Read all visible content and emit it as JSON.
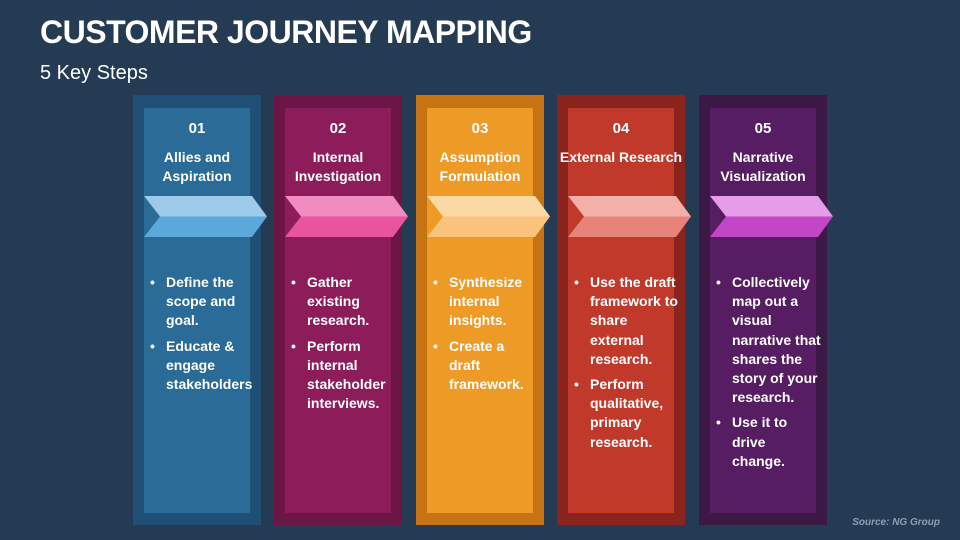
{
  "header": {
    "title": "CUSTOMER JOURNEY MAPPING",
    "subtitle": "5 Key Steps"
  },
  "steps": [
    {
      "number": "01",
      "title": "Allies and Aspiration",
      "bullets": [
        "Define the scope and goal.",
        "Educate & engage stakeholders"
      ],
      "colors": {
        "outer": "#1f4f74",
        "inner": "#2a6b98",
        "arrow_top": "#9ecae9",
        "arrow_bottom": "#5ba8da"
      }
    },
    {
      "number": "02",
      "title": "Internal Investigation",
      "bullets": [
        "Gather existing research.",
        "Perform internal stakeholder interviews."
      ],
      "colors": {
        "outer": "#6c1645",
        "inner": "#8d1c5a",
        "arrow_top": "#f18cc0",
        "arrow_bottom": "#e8559e"
      }
    },
    {
      "number": "03",
      "title": "Assumption Formulation",
      "bullets": [
        "Synthesize internal insights.",
        "Create a draft framework."
      ],
      "colors": {
        "outer": "#c67314",
        "inner": "#ee9a27",
        "arrow_top": "#fcd8a5",
        "arrow_bottom": "#fac27a"
      }
    },
    {
      "number": "04",
      "title": "External Research",
      "bullets": [
        "Use the draft framework to share external research.",
        "Perform qualitative, primary research."
      ],
      "colors": {
        "outer": "#8a231c",
        "inner": "#c0392b",
        "arrow_top": "#f2b0a8",
        "arrow_bottom": "#e88379"
      }
    },
    {
      "number": "05",
      "title": "Narrative Visualization",
      "bullets": [
        "Collectively map out a visual narrative that shares the story of your research.",
        "Use it to drive change."
      ],
      "colors": {
        "outer": "#3c1845",
        "inner": "#561d62",
        "arrow_top": "#e69ce8",
        "arrow_bottom": "#c346c7"
      }
    }
  ],
  "footer": {
    "source": "Source: NG Group"
  }
}
